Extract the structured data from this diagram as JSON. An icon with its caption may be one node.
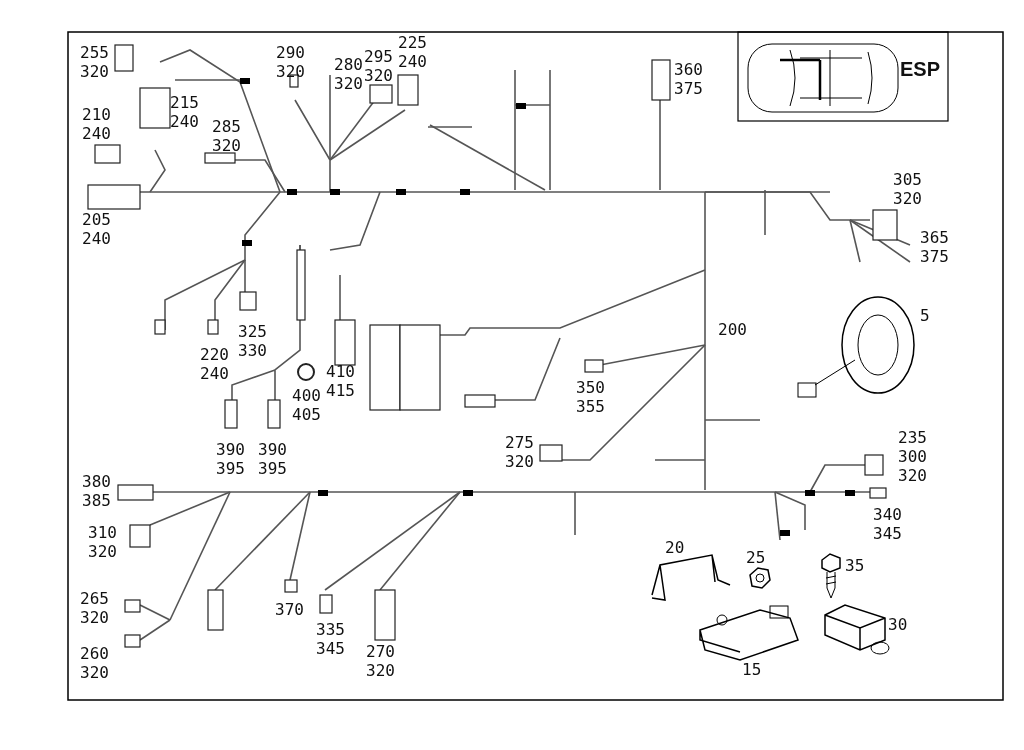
{
  "diagram": {
    "labels": [
      "ESP",
      "255 320",
      "290 320",
      "280 320",
      "295 320",
      "225 240",
      "360 375",
      "210 240",
      "215 240",
      "285 320",
      "305 320",
      "205 240",
      "365 375",
      "325 330",
      "5",
      "200",
      "220 240",
      "410 415",
      "400 405",
      "350 355",
      "390 395",
      "390 395",
      "235 300 320",
      "275 320",
      "380 385",
      "340 345",
      "310 320",
      "20",
      "25",
      "35",
      "265 320",
      "370",
      "30",
      "335 345",
      "260 320",
      "270 320",
      "15"
    ]
  }
}
